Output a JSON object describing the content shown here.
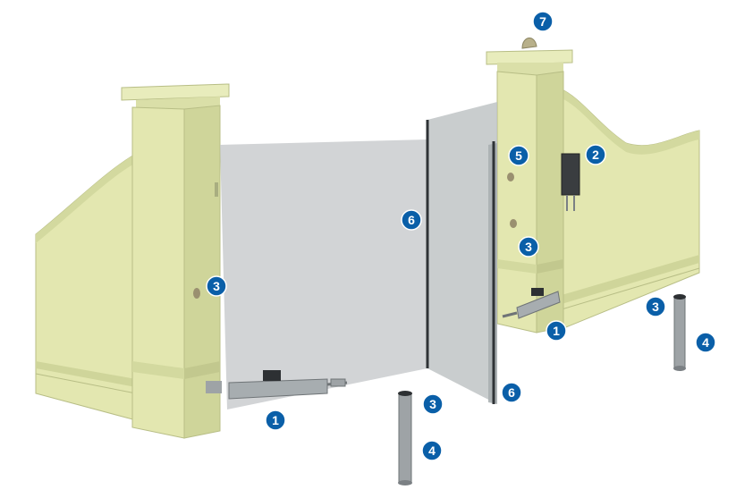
{
  "diagram": {
    "colors": {
      "wall": "#e3e7b0",
      "wall_shadow": "#cfd59a",
      "wall_edge": "#b8be86",
      "gate_leaf": "#c3c6c8",
      "badge": "#0a5fa8",
      "badge_text": "#ffffff",
      "metal": "#9ea3a6"
    },
    "callouts": [
      {
        "id": "actuator-left",
        "label": "1"
      },
      {
        "id": "actuator-right",
        "label": "1"
      },
      {
        "id": "control-unit",
        "label": "2"
      },
      {
        "id": "photocell-left-pillar",
        "label": "3"
      },
      {
        "id": "photocell-right-pillar",
        "label": "3"
      },
      {
        "id": "photocell-post-front",
        "label": "3"
      },
      {
        "id": "photocell-post-right",
        "label": "3"
      },
      {
        "id": "post-front",
        "label": "4"
      },
      {
        "id": "post-right",
        "label": "4"
      },
      {
        "id": "key-selector",
        "label": "5"
      },
      {
        "id": "gate-leaf-left",
        "label": "6"
      },
      {
        "id": "gate-leaf-right",
        "label": "6"
      },
      {
        "id": "flashing-light",
        "label": "7"
      }
    ]
  }
}
